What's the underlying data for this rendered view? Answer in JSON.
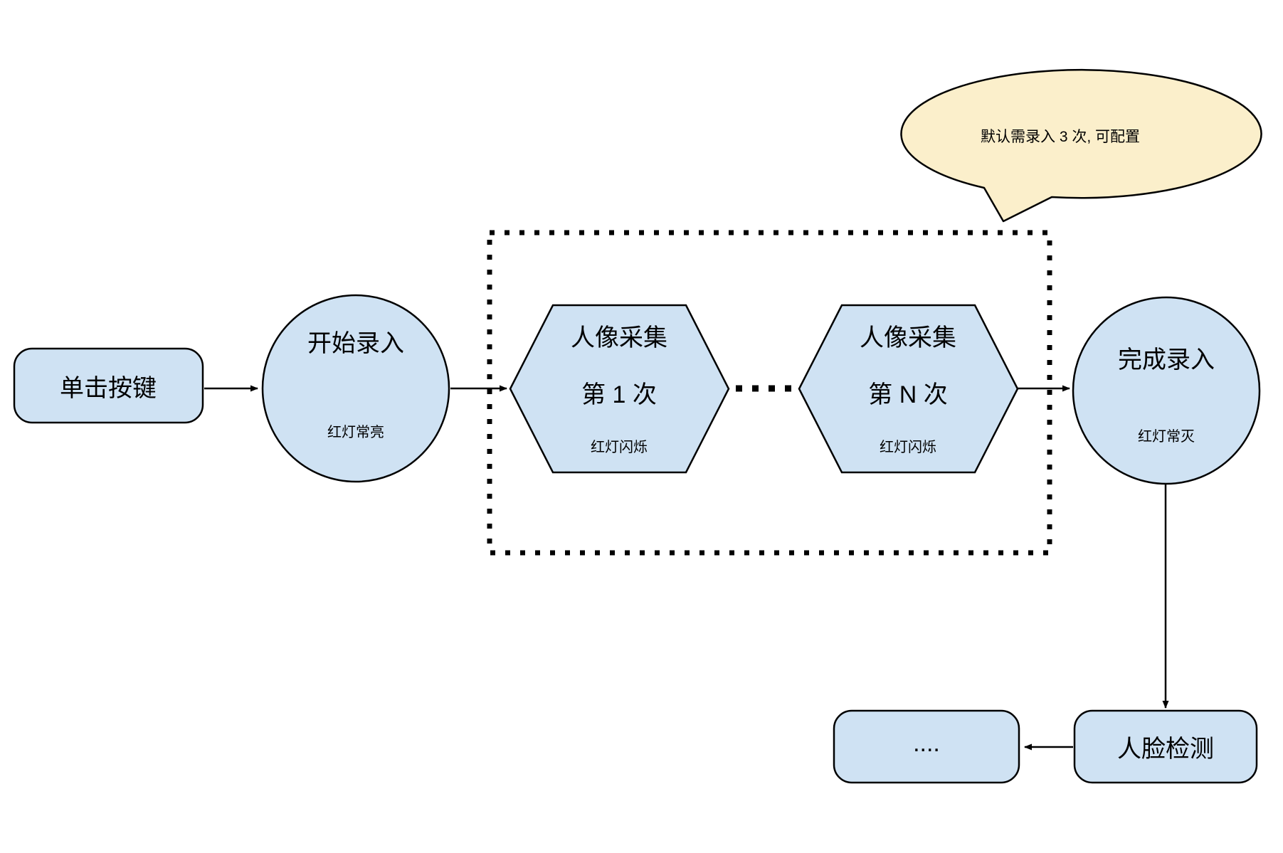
{
  "diagram": {
    "type": "flowchart",
    "colors": {
      "background": "#ffffff",
      "node_fill": "#cfe2f3",
      "node_stroke": "#000000",
      "callout_fill": "#fbefcb",
      "arrow_color": "#000000"
    },
    "nodes": {
      "click_button": {
        "shape": "rounded-rect",
        "label": "单击按键"
      },
      "start_entry": {
        "shape": "circle",
        "label": "开始录入",
        "sublabel": "红灯常亮"
      },
      "capture_1": {
        "shape": "hexagon",
        "label": "人像采集",
        "label2": "第 1 次",
        "sublabel": "红灯闪烁"
      },
      "capture_n": {
        "shape": "hexagon",
        "label": "人像采集",
        "label2": "第 N 次",
        "sublabel": "红灯闪烁"
      },
      "finish_entry": {
        "shape": "circle",
        "label": "完成录入",
        "sublabel": "红灯常灭"
      },
      "face_detection": {
        "shape": "rounded-rect",
        "label": "人脸检测"
      },
      "ellipsis_node": {
        "shape": "rounded-rect",
        "label": "...."
      }
    },
    "callout": {
      "text": "默认需录入 3 次, 可配置"
    },
    "loop_group": {
      "border_style": "dotted",
      "separator_dots_count": 4
    },
    "edges": [
      {
        "from": "click_button",
        "to": "start_entry"
      },
      {
        "from": "start_entry",
        "to": "capture_1"
      },
      {
        "from": "capture_n",
        "to": "finish_entry"
      },
      {
        "from": "finish_entry",
        "to": "face_detection"
      },
      {
        "from": "face_detection",
        "to": "ellipsis_node"
      }
    ]
  }
}
